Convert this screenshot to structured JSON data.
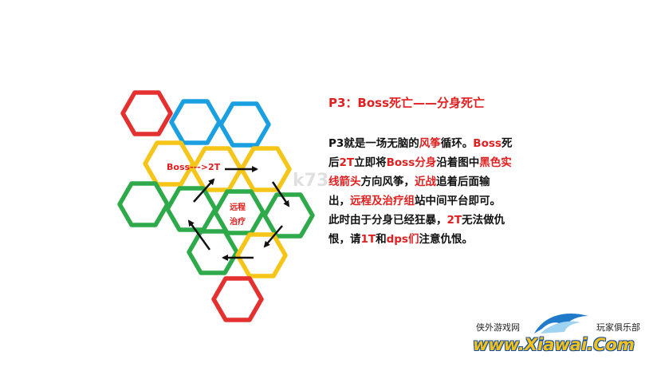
{
  "title": "P3：Boss死亡——分身死亡",
  "hexes": [
    {
      "id": "r1-1",
      "color": "#e53030"
    },
    {
      "id": "r1-2",
      "color": "#1aa0e0"
    },
    {
      "id": "r1-3",
      "color": "#1aa0e0"
    },
    {
      "id": "r2-1",
      "color": "#f5c518"
    },
    {
      "id": "r2-2",
      "color": "#f5c518"
    },
    {
      "id": "r2-3",
      "color": "#f5c518"
    },
    {
      "id": "r3-1",
      "color": "#2eaa4a"
    },
    {
      "id": "r3-2",
      "color": "#2eaa4a"
    },
    {
      "id": "r3-3",
      "color": "#2eaa4a"
    },
    {
      "id": "r3-4",
      "color": "#2eaa4a"
    },
    {
      "id": "r4-1",
      "color": "#2eaa4a"
    },
    {
      "id": "r4-2",
      "color": "#f5c518"
    },
    {
      "id": "r5-1",
      "color": "#e53030"
    }
  ],
  "labels": {
    "boss_to_2t": "Boss--->2T",
    "ranged_line1": "远程",
    "ranged_line2": "治疗"
  },
  "description": {
    "l1": [
      {
        "t": "P3就是一场无脑的"
      },
      {
        "t": "风筝",
        "red": true
      },
      {
        "t": "循环。"
      },
      {
        "t": "Boss",
        "red": true
      },
      {
        "t": "死"
      }
    ],
    "l2": [
      {
        "t": "后"
      },
      {
        "t": "2T",
        "red": true
      },
      {
        "t": "立即将"
      },
      {
        "t": "Boss分身",
        "red": true
      },
      {
        "t": "沿着图中"
      },
      {
        "t": "黑色实",
        "red": true
      }
    ],
    "l3": [
      {
        "t": "线箭头",
        "red": true
      },
      {
        "t": "方向风筝，"
      },
      {
        "t": "近战",
        "red": true
      },
      {
        "t": "追着后面输"
      }
    ],
    "l4": [
      {
        "t": "出，"
      },
      {
        "t": "远程及治疗组",
        "red": true
      },
      {
        "t": "站中间平台即可。"
      }
    ],
    "l5": [
      {
        "t": "此时由于分身已经狂暴，"
      },
      {
        "t": "2T",
        "red": true
      },
      {
        "t": "无法做仇"
      }
    ],
    "l6": [
      {
        "t": "恨，请"
      },
      {
        "t": "1T",
        "red": true
      },
      {
        "t": "和"
      },
      {
        "t": "dps们",
        "red": true
      },
      {
        "t": "注意仇恨。"
      }
    ]
  },
  "watermark": {
    "k73": "k73"
  },
  "logo": {
    "left": "侠外游戏网",
    "right": "玩家俱乐部",
    "main": "www.Xiawai.Com"
  }
}
